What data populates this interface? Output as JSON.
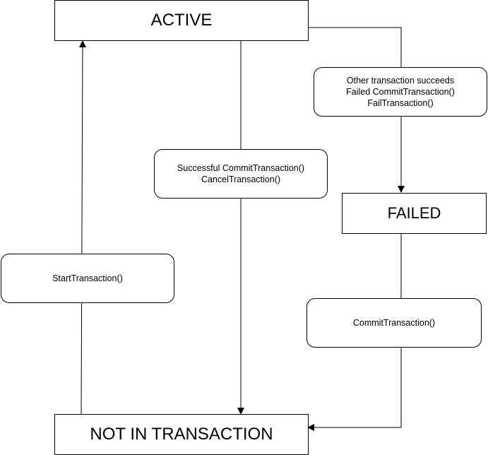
{
  "states": {
    "active": "ACTIVE",
    "failed": "FAILED",
    "not_in_transaction": "NOT IN TRANSACTION"
  },
  "transitions": {
    "active_to_failed": [
      "Other transaction succeeds",
      "Failed CommitTransaction()",
      "FailTransaction()"
    ],
    "active_to_not_in_transaction": [
      "Successful CommitTransaction()",
      "CancelTransaction()"
    ],
    "not_in_transaction_to_active": [
      "StartTransaction()"
    ],
    "failed_to_not_in_transaction": [
      "CommitTransaction()"
    ]
  }
}
